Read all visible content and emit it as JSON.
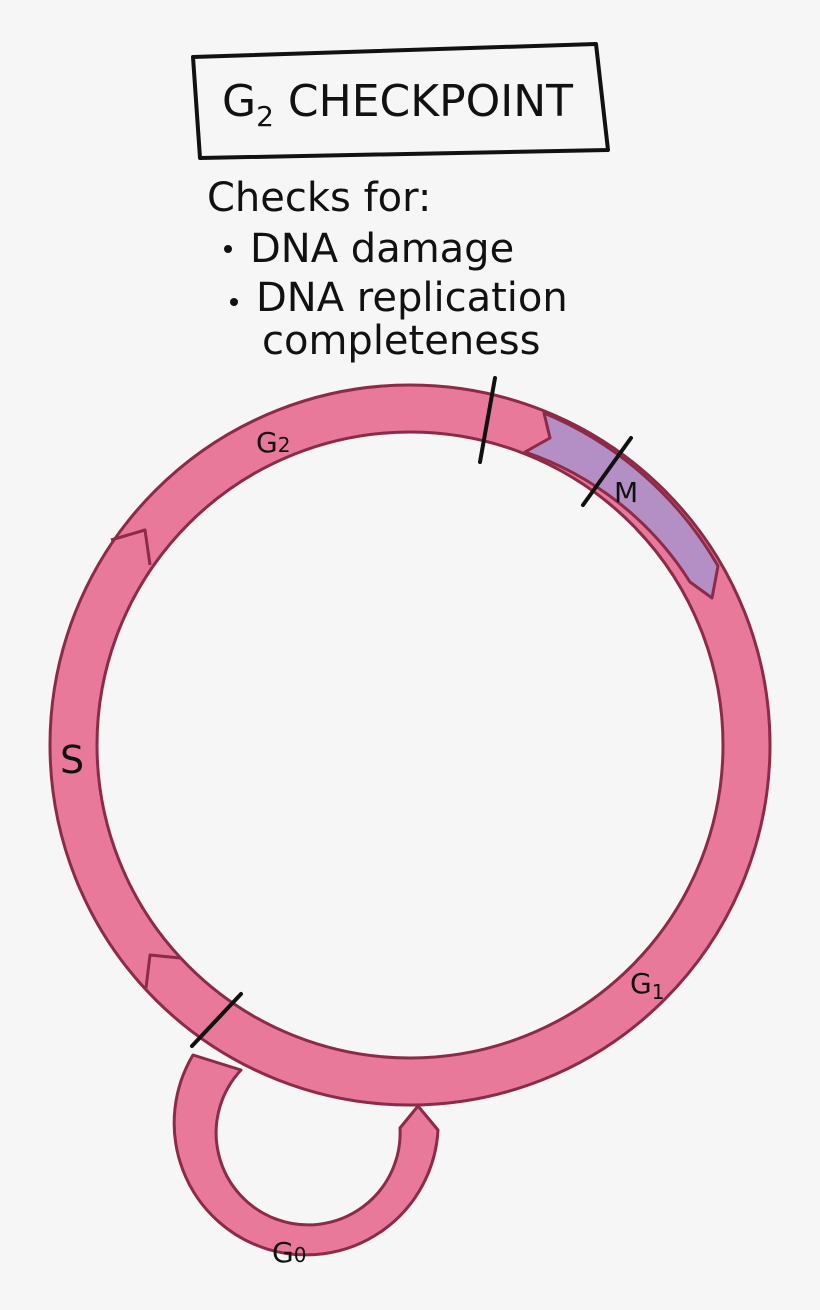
{
  "title": {
    "prefix": "G",
    "subscript": "2",
    "rest": " CHECKPOINT"
  },
  "note": {
    "heading": "Checks for:",
    "bullets": [
      "DNA damage",
      "DNA replication",
      "completeness"
    ]
  },
  "phases": {
    "g2": {
      "main": "G",
      "sub": "2"
    },
    "m": "M",
    "g1": {
      "main": "G",
      "sub": "1"
    },
    "s": "S",
    "g0": {
      "main": "G",
      "sub": "0"
    }
  },
  "colors": {
    "ring_fill": "#e8799b",
    "ring_stroke": "#8c2b47",
    "m_phase_fill": "#b48fc6",
    "background": "#f6f6f6",
    "ink": "#111111"
  }
}
